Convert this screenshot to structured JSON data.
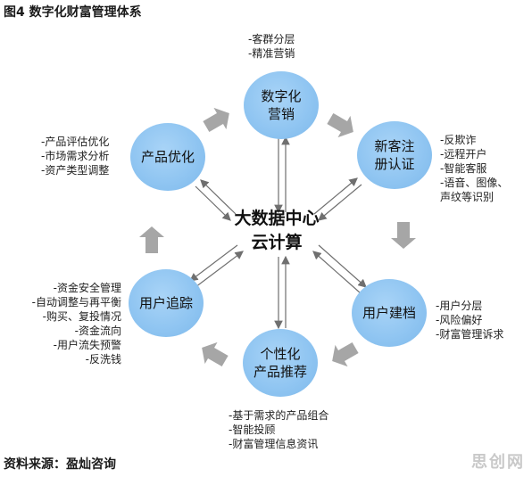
{
  "title": "图4 数字化财富管理体系",
  "source": "资料来源：盈灿咨询",
  "watermark": "思创网",
  "center": {
    "line1": "大数据中心",
    "line2": "云计算"
  },
  "nodes": {
    "marketing": {
      "line1": "数字化",
      "line2": "营销"
    },
    "auth": {
      "line1": "新客注",
      "line2": "册认证"
    },
    "modeling": {
      "line1": "用户建档",
      "line2": ""
    },
    "recommend": {
      "line1": "个性化",
      "line2": "产品推荐"
    },
    "tracking": {
      "line1": "用户追踪",
      "line2": ""
    },
    "optimize": {
      "line1": "产品优化",
      "line2": ""
    }
  },
  "notes": {
    "marketing": [
      "-客群分层",
      "-精准营销"
    ],
    "auth": [
      "-反欺诈",
      "-远程开户",
      "-智能客服",
      "-语音、图像、",
      "声纹等识别"
    ],
    "modeling": [
      "-用户分层",
      "-风险偏好",
      "-财富管理诉求"
    ],
    "recommend": [
      "-基于需求的产品组合",
      "-智能投顾",
      "-财富管理信息资讯"
    ],
    "tracking": [
      "-资金安全管理",
      "-自动调整与再平衡",
      "-购买、复投情况",
      "-资金流向",
      "-用户流失预警",
      "-反洗钱"
    ],
    "optimize": [
      "-产品评估优化",
      "-市场需求分析",
      "-资产类型调整"
    ]
  },
  "colors": {
    "node": "#8ec4f1",
    "arrow_gray": "#a6a6a6",
    "connector": "#6f6f6f"
  }
}
